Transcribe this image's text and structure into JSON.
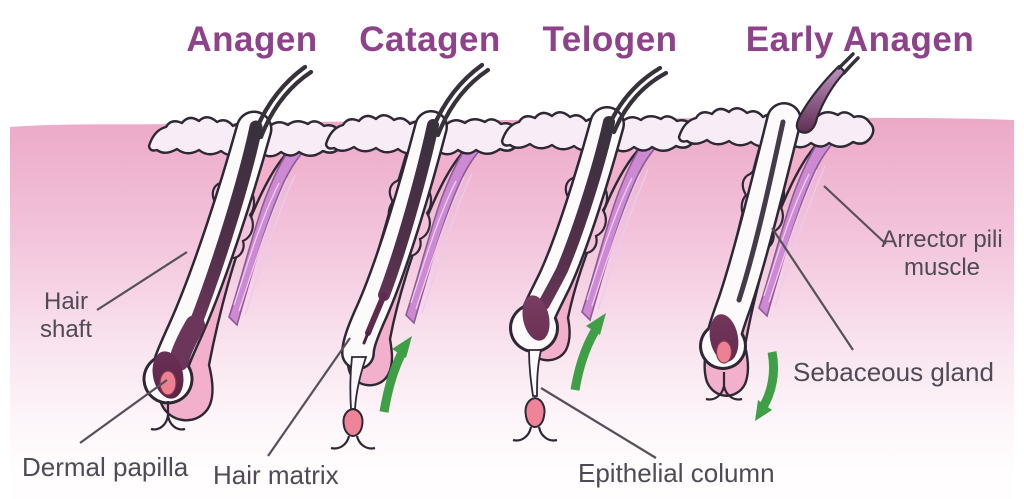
{
  "diagram": {
    "subject": "Hair growth cycle stages",
    "stages": [
      {
        "label": "Anagen"
      },
      {
        "label": "Catagen"
      },
      {
        "label": "Telogen"
      },
      {
        "label": "Early Anagen"
      }
    ],
    "labels": {
      "hair_shaft": "Hair shaft",
      "dermal_papilla": "Dermal papilla",
      "hair_matrix": "Hair matrix",
      "epithelial_column": "Epithelial column",
      "sebaceous_gland": "Sebaceous gland",
      "arrector_pili": "Arrector pili muscle"
    },
    "arrows": [
      {
        "stage": "Catagen",
        "direction": "up"
      },
      {
        "stage": "Telogen",
        "direction": "up"
      },
      {
        "stage": "Early Anagen",
        "direction": "down"
      }
    ],
    "colors": {
      "title_purple": "#8d4289",
      "label_gray": "#4f4a55",
      "skin_top_pink": "#eca9c7",
      "skin_bottom": "#fffdfe",
      "epidermis": "#f8edf6",
      "follicle_pouch_pink": "#f2b0cd",
      "sebaceous_cream": "#faeccf",
      "arrector_purple": "#ce89d3",
      "hair_dark": "#37313c",
      "bulb_maroon": "#6b3659",
      "papilla_pink": "#ee8093",
      "arrow_green": "#3f9f46",
      "outline_dark": "#2d2834"
    }
  }
}
